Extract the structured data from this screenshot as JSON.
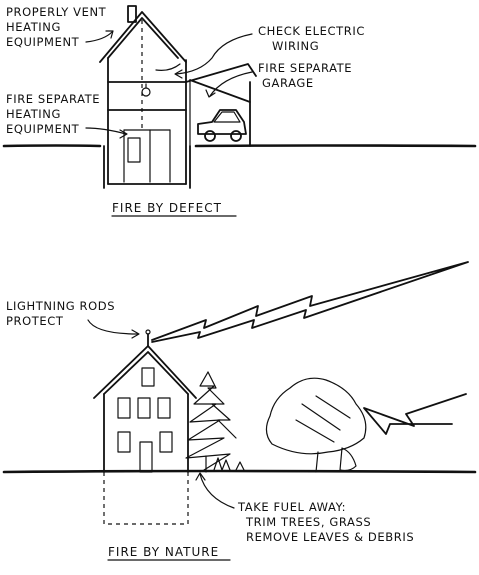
{
  "top_diagram": {
    "labels": {
      "vent_line1": "PROPERLY VENT",
      "vent_line2": "HEATING",
      "vent_line3": "EQUIPMENT",
      "wiring_line1": "CHECK ELECTRIC",
      "wiring_line2": "WIRING",
      "garage_line1": "FIRE SEPARATE",
      "garage_line2": "GARAGE",
      "heating_line1": "FIRE SEPARATE",
      "heating_line2": "HEATING",
      "heating_line3": "EQUIPMENT"
    },
    "caption": "FIRE BY DEFECT"
  },
  "bottom_diagram": {
    "labels": {
      "rods_line1": "LIGHTNING RODS",
      "rods_line2": "PROTECT",
      "fuel_line1": "TAKE FUEL AWAY:",
      "fuel_line2": "TRIM TREES, GRASS",
      "fuel_line3": "REMOVE LEAVES & DEBRIS"
    },
    "caption": "FIRE BY NATURE"
  }
}
